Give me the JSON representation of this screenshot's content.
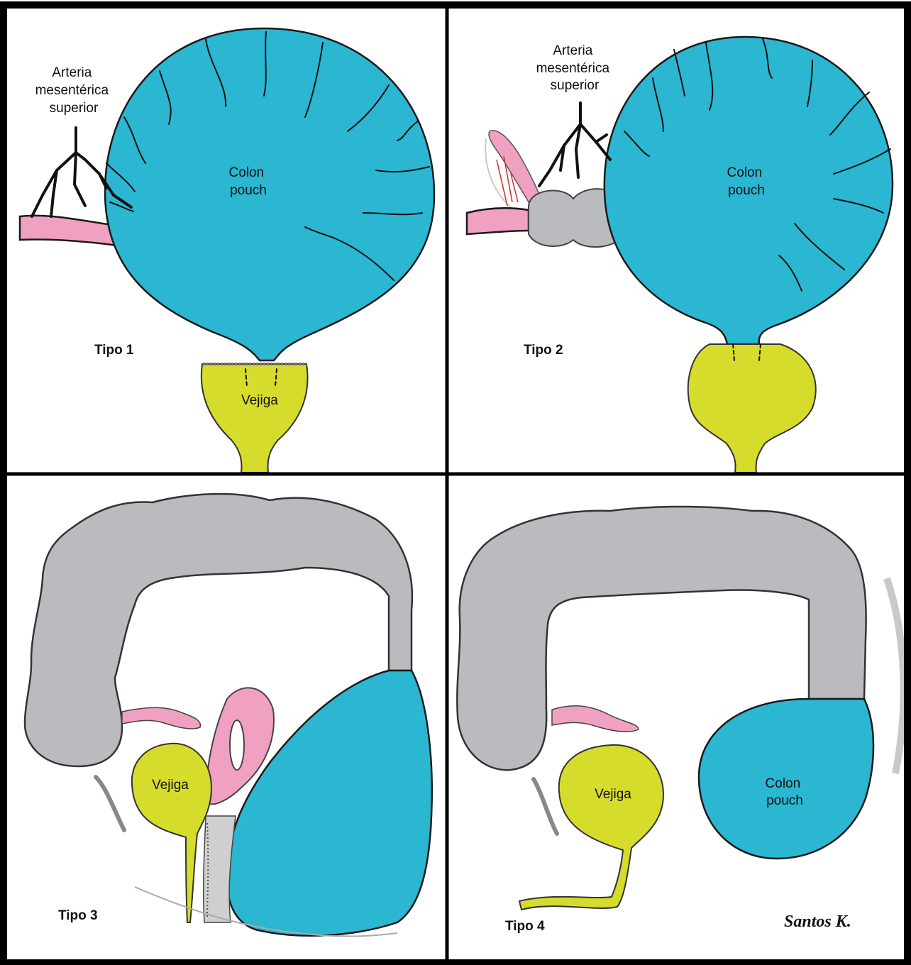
{
  "colors": {
    "colon_pouch": "#2bb6d1",
    "bladder": "#d6dc2c",
    "colon": "#b9bbbe",
    "ileum": "#f0a0c0",
    "frame": "#000000"
  },
  "panels": [
    {
      "tipo": "Tipo 1",
      "artery_label": [
        "Arteria",
        "mesentérica",
        "superior"
      ],
      "pouch_label": [
        "Colon",
        "pouch"
      ],
      "bladder_label": "Vejiga"
    },
    {
      "tipo": "Tipo 2",
      "artery_label": [
        "Arteria",
        "mesentérica",
        "superior"
      ],
      "pouch_label": [
        "Colon",
        "pouch"
      ]
    },
    {
      "tipo": "Tipo 3",
      "bladder_label": "Vejiga"
    },
    {
      "tipo": "Tipo 4",
      "pouch_label": [
        "Colon",
        "pouch"
      ],
      "bladder_label": "Vejiga"
    }
  ],
  "signature": "Santos K."
}
